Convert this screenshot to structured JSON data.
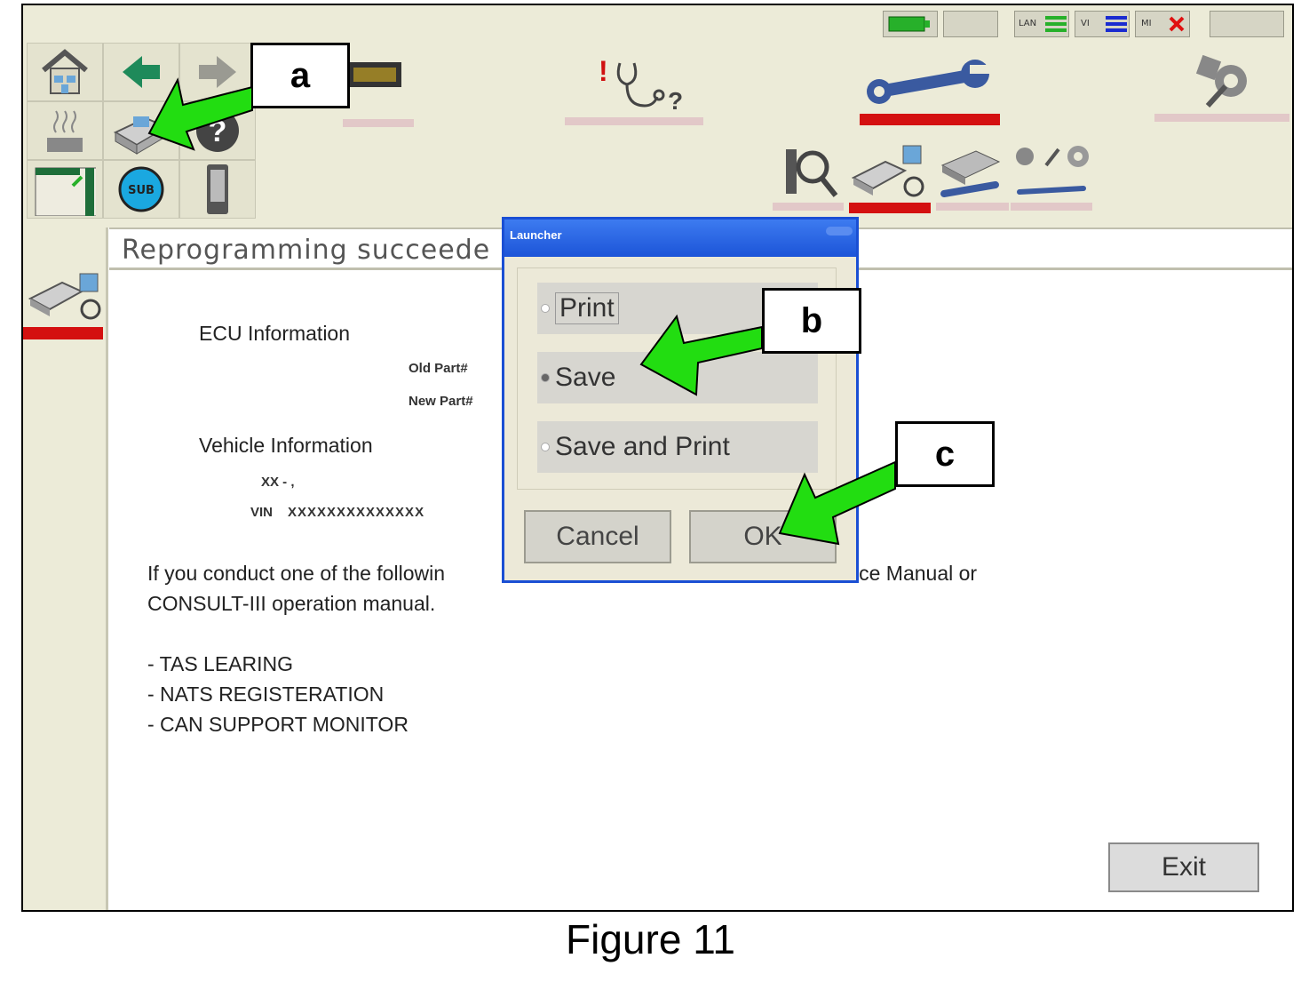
{
  "toolbar": {
    "status_indicators": [
      "LAN",
      "VI",
      "MI"
    ],
    "grid_buttons": [
      "home-icon",
      "back-arrow-icon",
      "forward-arrow-icon",
      "heater-icon",
      "printer-icon",
      "help-icon",
      "screen-capture-icon",
      "sub-icon",
      "device-icon"
    ],
    "main_tools": [
      "diagnosis-icon",
      "work-support-icon",
      "settings-icon"
    ],
    "sub_tools": [
      "inspect-icon",
      "reprogramming-icon",
      "ecu-tools-icon",
      "accessories-icon"
    ]
  },
  "page": {
    "title": "Reprogramming succeede",
    "ecu_heading": "ECU Information",
    "old_part_label": "Old Part#",
    "new_part_label": "New Part#",
    "vehicle_heading": "Vehicle Information",
    "vehicle_model": "XX - ,",
    "vin_label": "VIN",
    "vin_value": "XXXXXXXXXXXXXX",
    "body_line1_start": "If you conduct one of  the followin",
    "body_line1_end": "ice Manual or",
    "body_line2": "CONSULT-III operation manual.",
    "list": [
      "- TAS LEARING",
      "- NATS REGISTERATION",
      "- CAN SUPPORT MONITOR"
    ],
    "exit_label": "Exit"
  },
  "dialog": {
    "title": "Launcher",
    "options": [
      {
        "label": "Print",
        "selected": false
      },
      {
        "label": "Save",
        "selected": true
      },
      {
        "label": "Save and Print",
        "selected": false
      }
    ],
    "cancel_label": "Cancel",
    "ok_label": "OK"
  },
  "callouts": {
    "a": "a",
    "b": "b",
    "c": "c"
  },
  "caption": "Figure 11",
  "colors": {
    "arrow": "#22dd11",
    "active_underline": "#d41010",
    "dialog_border": "#1a4fd4",
    "toolbar_bg": "#ecebd8"
  }
}
